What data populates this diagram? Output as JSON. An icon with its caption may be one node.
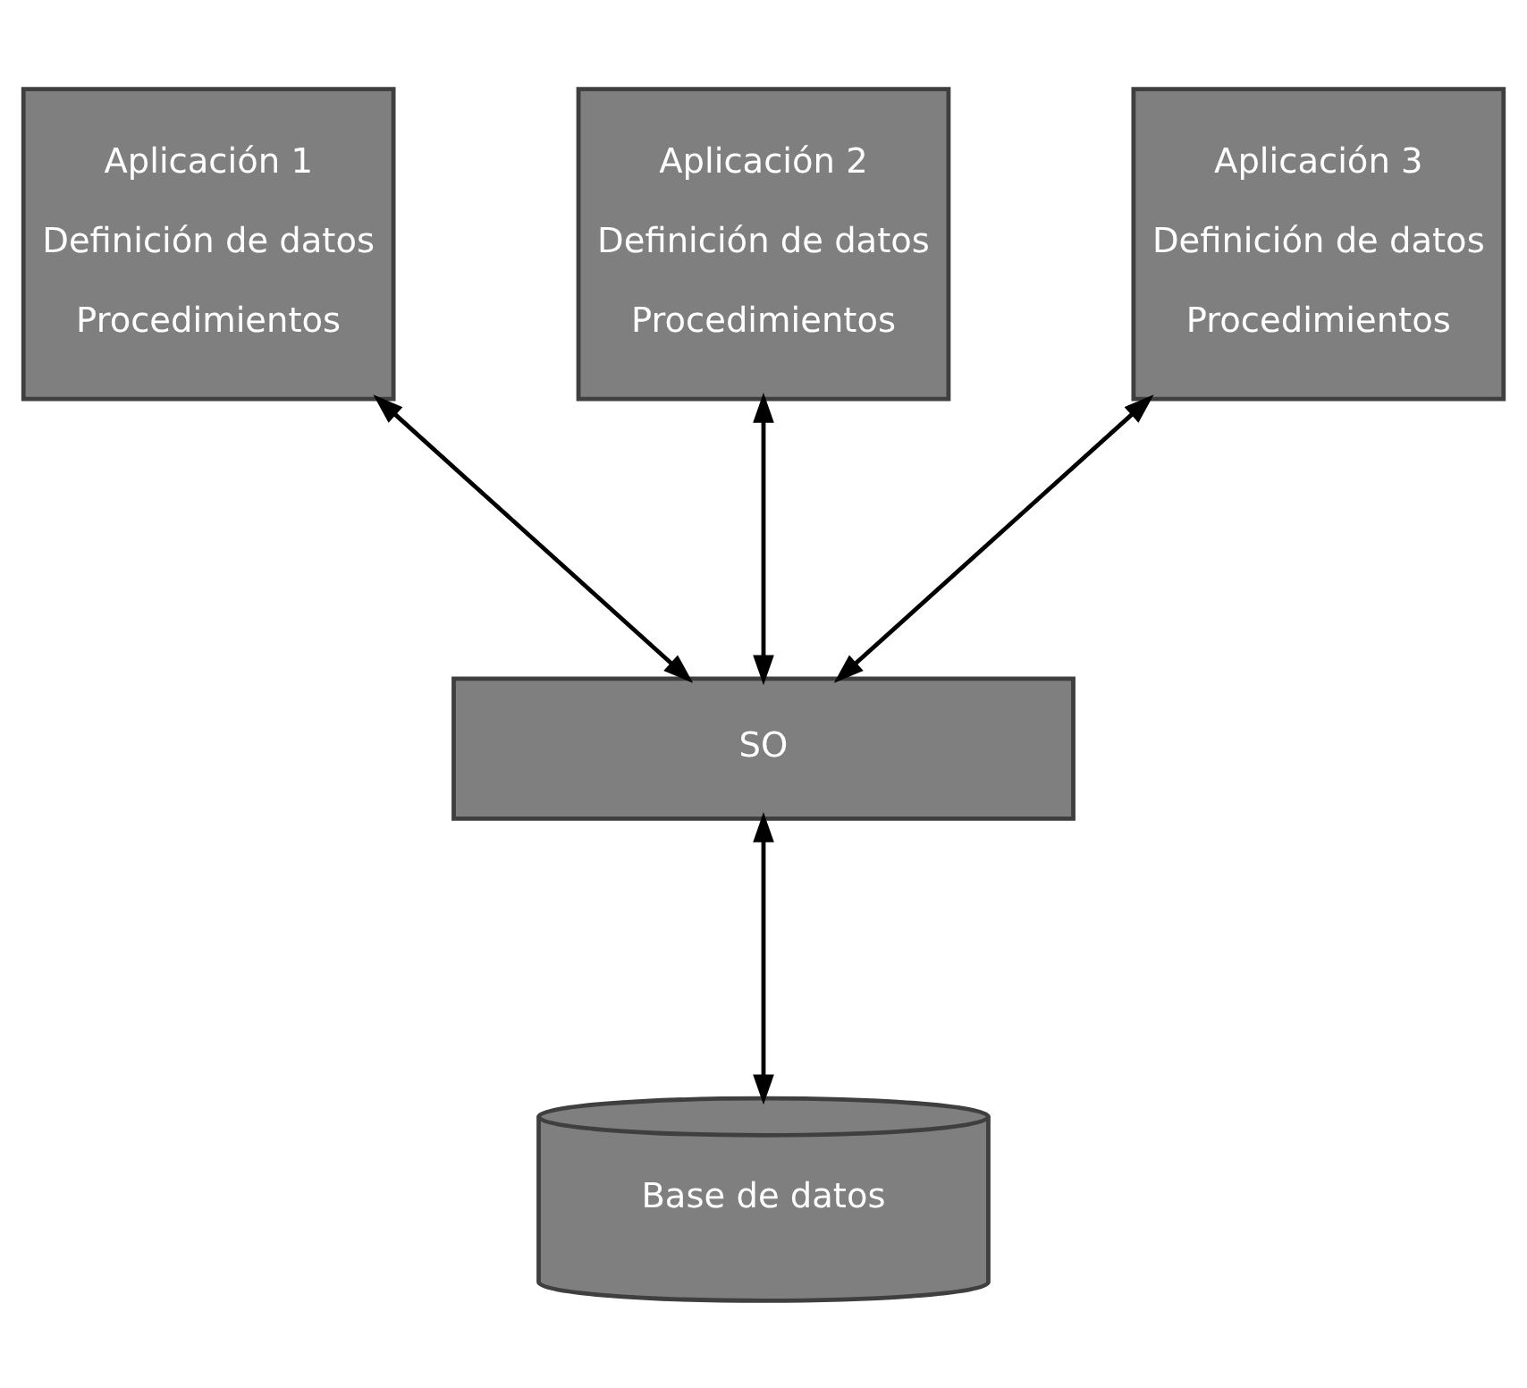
{
  "diagram": {
    "nodes": [
      {
        "text": [
          "Aplicación 1",
          "Definición de datos",
          "Procedimientos"
        ]
      },
      {
        "text": [
          "Aplicación 2",
          "Definición de datos",
          "Procedimientos"
        ]
      },
      {
        "text": [
          "Aplicación 3",
          "Definición de datos",
          "Procedimientos"
        ]
      },
      {
        "text": [
          "SO"
        ]
      },
      {
        "text": [
          "Base de datos"
        ]
      }
    ],
    "edges": [
      {
        "from": 0,
        "to": 3,
        "arrow": "both"
      },
      {
        "from": 1,
        "to": 3,
        "arrow": "both"
      },
      {
        "from": 2,
        "to": 3,
        "arrow": "both"
      },
      {
        "from": 3,
        "to": 4,
        "arrow": "both"
      }
    ]
  }
}
